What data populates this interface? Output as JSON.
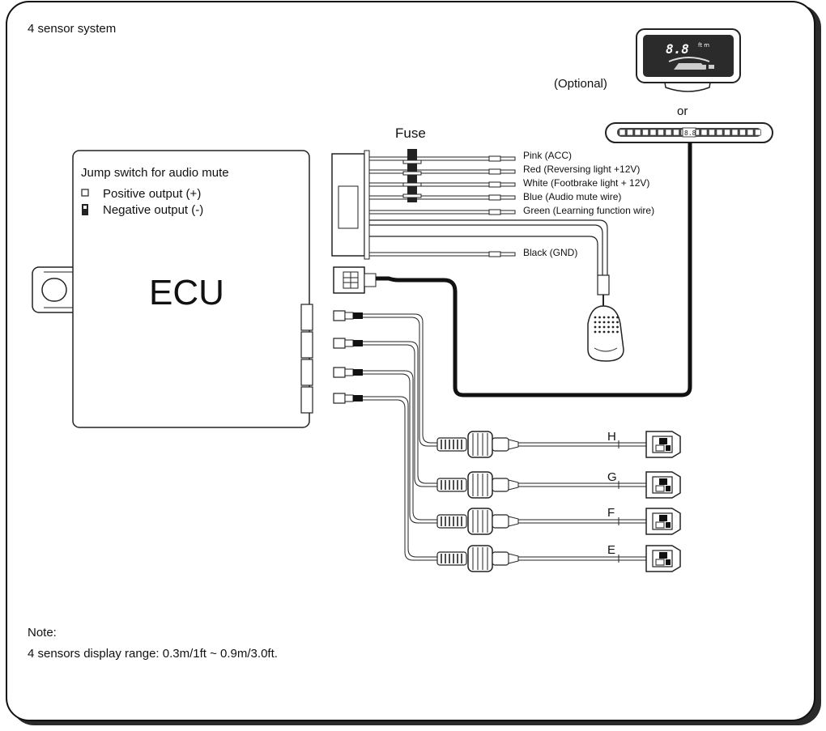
{
  "title": "4 sensor system",
  "optional_label": "(Optional)",
  "or_label": "or",
  "display_digits": "8.8",
  "display_unit": "ft m",
  "fuse_label": "Fuse",
  "ecu_label": "ECU",
  "jump_switch": {
    "title": "Jump switch for audio mute",
    "positive": "Positive output (+)",
    "negative": "Negative output (-)"
  },
  "wires": [
    "Pink (ACC)",
    "Red (Reversing light +12V)",
    "White (Footbrake light + 12V)",
    "Blue (Audio mute wire)",
    "Green (Learning function wire)",
    "Black (GND)"
  ],
  "sensors": [
    "H",
    "G",
    "F",
    "E"
  ],
  "note": {
    "heading": "Note:",
    "text": "4 sensors display range: 0.3m/1ft ~ 0.9m/3.0ft."
  }
}
